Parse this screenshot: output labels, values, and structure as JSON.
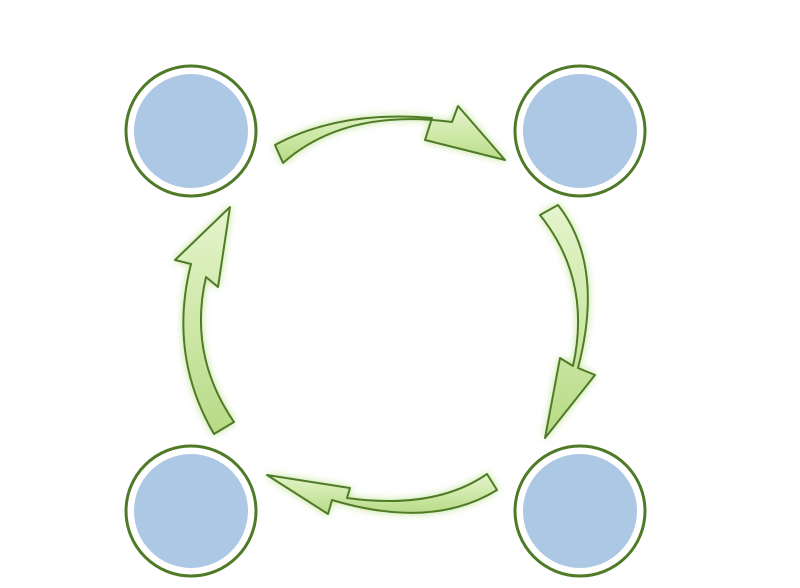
{
  "diagram": {
    "type": "cycle",
    "direction": "clockwise",
    "nodes": [
      {
        "id": "top-left",
        "label": ""
      },
      {
        "id": "top-right",
        "label": ""
      },
      {
        "id": "bottom-right",
        "label": ""
      },
      {
        "id": "bottom-left",
        "label": ""
      }
    ],
    "edges": [
      {
        "from": "top-left",
        "to": "top-right"
      },
      {
        "from": "top-right",
        "to": "bottom-right"
      },
      {
        "from": "bottom-right",
        "to": "bottom-left"
      },
      {
        "from": "bottom-left",
        "to": "top-left"
      }
    ]
  },
  "colors": {
    "background": "#ffffff",
    "node_fill": "#adc8e5",
    "node_ring": "#ffffff",
    "node_border": "#4f7a27",
    "arrow_fill": "#cfe8a8",
    "arrow_stroke": "#4f7a27",
    "arrow_glow": "#b9e08a"
  }
}
